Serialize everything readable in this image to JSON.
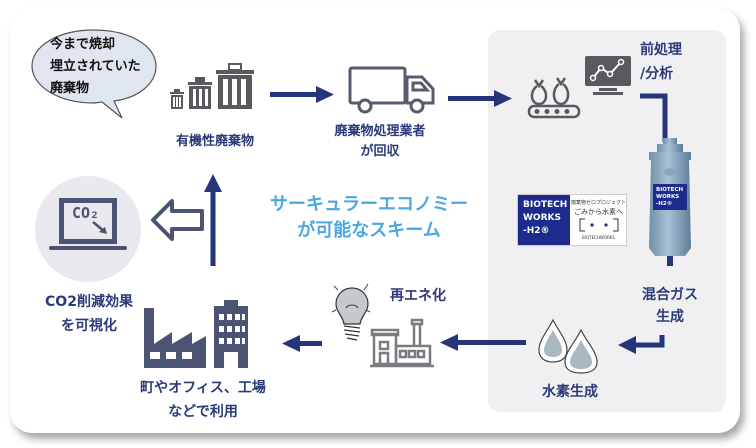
{
  "title": {
    "line1": "サーキュラーエコノミー",
    "line2": "が可能なスキーム"
  },
  "bubble": {
    "lines": [
      "今まで焼却",
      "埋立されていた",
      "廃棄物"
    ]
  },
  "steps": {
    "organic_waste": "有機性廃棄物",
    "collection": {
      "line1": "廃棄物処理業者",
      "line2": "が回収"
    },
    "preprocess": {
      "line1": "前処理",
      "line2": "/分析"
    },
    "mixed_gas": {
      "line1": "混合ガス",
      "line2": "生成"
    },
    "hydrogen": "水素生成",
    "renewable": "再エネ化",
    "usage": {
      "line1": "町やオフィス、工場",
      "line2": "などで利用"
    },
    "co2": {
      "line1": "CO2削減効果",
      "line2": "を可視化"
    }
  },
  "logo": {
    "left_lines": [
      "BIOTECH",
      "WORKS",
      "-H2®"
    ],
    "right_top": "廃棄物ゼロプロジェクト",
    "right_main": "ごみから水素へ",
    "right_bottom": "BIOTECHWORKS"
  },
  "tank_label": [
    "BIOTECH",
    "WORKS",
    "-H2®"
  ],
  "co2_icon_text": "CO₂",
  "colors": {
    "arrow": "#26357a",
    "label": "#2b3a7a",
    "title": "#4aa8e0",
    "icon_gray": "#5a5a5e",
    "panel": "#f0f0f2"
  }
}
